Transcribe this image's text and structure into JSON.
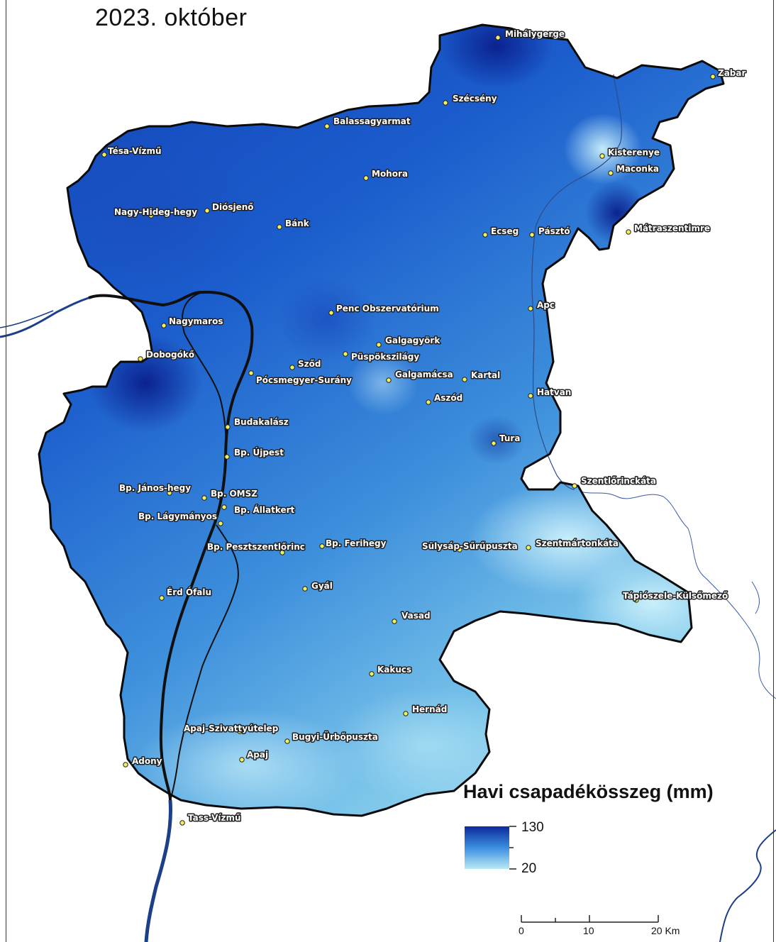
{
  "map": {
    "title": "2023. október",
    "legend": {
      "title": "Havi csapadékösszeg (mm)",
      "max_label": "130",
      "min_label": "20",
      "color_high": "#0b2a9c",
      "color_low": "#b9eaf5"
    },
    "scale_bar": {
      "labels": [
        "0",
        "10",
        "20 Km"
      ]
    },
    "colors": {
      "boundary": "#0a0a0a",
      "river": "#1c3f8a",
      "station_dot": "#f4f05a"
    },
    "stations": [
      {
        "id": "mihalygerge",
        "name": "Mihálygerge"
      },
      {
        "id": "zabar",
        "name": "Zabar"
      },
      {
        "id": "szecseny",
        "name": "Szécsény"
      },
      {
        "id": "balassagyarmat",
        "name": "Balassagyarmat"
      },
      {
        "id": "tesa-vizmu",
        "name": "Tésa-Vízmű"
      },
      {
        "id": "kisterenye",
        "name": "Kisterenye"
      },
      {
        "id": "maconka",
        "name": "Maconka"
      },
      {
        "id": "mohora",
        "name": "Mohora"
      },
      {
        "id": "nagy-hideg-hegy",
        "name": "Nagy-Hideg-hegy"
      },
      {
        "id": "diosjeno",
        "name": "Diósjenő"
      },
      {
        "id": "bank",
        "name": "Bánk"
      },
      {
        "id": "ecseg",
        "name": "Ecseg"
      },
      {
        "id": "paszto",
        "name": "Pásztó"
      },
      {
        "id": "matraszentimre",
        "name": "Mátraszentimre"
      },
      {
        "id": "apc",
        "name": "Apc"
      },
      {
        "id": "penc",
        "name": "Penc Obszervatórium"
      },
      {
        "id": "nagymaros",
        "name": "Nagymaros"
      },
      {
        "id": "galgagyork",
        "name": "Galgagyörk"
      },
      {
        "id": "puspokszilagy",
        "name": "Püspökszilágy"
      },
      {
        "id": "dobogoko",
        "name": "Dobogókő"
      },
      {
        "id": "szod",
        "name": "Sződ"
      },
      {
        "id": "galgamacsa",
        "name": "Galgamácsa"
      },
      {
        "id": "kartal",
        "name": "Kartal"
      },
      {
        "id": "pocsmegyer",
        "name": "Pócsmegyer-Surány"
      },
      {
        "id": "hatvan",
        "name": "Hatvan"
      },
      {
        "id": "aszod",
        "name": "Aszód"
      },
      {
        "id": "budakalasz",
        "name": "Budakalász"
      },
      {
        "id": "tura",
        "name": "Tura"
      },
      {
        "id": "bp-ujpest",
        "name": "Bp. Újpest"
      },
      {
        "id": "szentlorinckata",
        "name": "Szentlőrinckáta"
      },
      {
        "id": "bp-janos-hegy",
        "name": "Bp. János-hegy"
      },
      {
        "id": "bp-omsz",
        "name": "Bp. OMSZ"
      },
      {
        "id": "bp-allatkert",
        "name": "Bp. Állatkert"
      },
      {
        "id": "bp-lagymanyos",
        "name": "Bp. Lágymányos"
      },
      {
        "id": "bp-ferihegy",
        "name": "Bp. Ferihegy"
      },
      {
        "id": "sulysap",
        "name": "Sülysáp-Sűrűpuszta"
      },
      {
        "id": "szentmartonkata",
        "name": "Szentmártonkáta"
      },
      {
        "id": "bp-pesztszentlorinc",
        "name": "Bp. Pesztszentlőrinc"
      },
      {
        "id": "gyal",
        "name": "Gyál"
      },
      {
        "id": "tapioszele",
        "name": "Tápiószele-Külsőmező"
      },
      {
        "id": "erd-ofalu",
        "name": "Érd Ófalu"
      },
      {
        "id": "vasad",
        "name": "Vasad"
      },
      {
        "id": "kakucs",
        "name": "Kakucs"
      },
      {
        "id": "hernad",
        "name": "Hernád"
      },
      {
        "id": "apaj-szivattyutelep",
        "name": "Apaj-Szivattyútelep"
      },
      {
        "id": "bugyi",
        "name": "Bugyi-Ürbőpuszta"
      },
      {
        "id": "apaj",
        "name": "Apaj"
      },
      {
        "id": "adony",
        "name": "Adony"
      },
      {
        "id": "tass-vizmu",
        "name": "Tass-Vízmű"
      }
    ]
  }
}
